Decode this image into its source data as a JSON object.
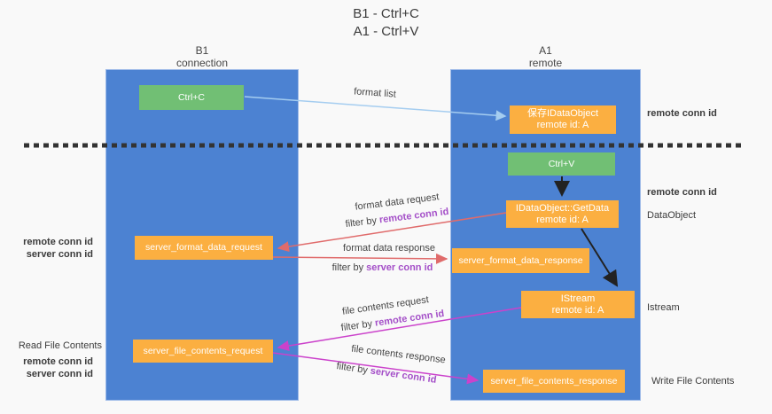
{
  "title": {
    "line1": "B1 - Ctrl+C",
    "line2": "A1 - Ctrl+V"
  },
  "lanes": {
    "b1": {
      "name": "B1",
      "role": "connection"
    },
    "a1": {
      "name": "A1",
      "role": "remote"
    }
  },
  "nodes": {
    "ctrl_c": {
      "label": "Ctrl+C"
    },
    "ctrl_v": {
      "label": "Ctrl+V"
    },
    "save_dataobject": {
      "line1": "保存IDataObject",
      "line2": "remote id: A"
    },
    "getdata": {
      "line1": "IDataObject::GetData",
      "line2": "remote id: A"
    },
    "istream": {
      "line1": "IStream",
      "line2": "remote id: A"
    },
    "server_format_data_request": {
      "label": "server_format_data_request"
    },
    "server_format_data_response": {
      "label": "server_format_data_response"
    },
    "server_file_contents_request": {
      "label": "server_file_contents_request"
    },
    "server_file_contents_response": {
      "label": "server_file_contents_response"
    }
  },
  "edge_labels": {
    "format_list": "format list",
    "format_data_request": "format data request",
    "format_data_response": "format data response",
    "file_contents_request": "file contents request",
    "file_contents_response": "file contents response",
    "filter_by": "filter by",
    "remote_conn_id": "remote conn id",
    "server_conn_id": "server conn id"
  },
  "side_labels": {
    "left": {
      "remote_conn_id": "remote conn id",
      "server_conn_id": "server conn id",
      "read_file_contents": "Read File Contents"
    },
    "right": {
      "remote_conn_id_top": "remote conn id",
      "remote_conn_id_mid": "remote conn id",
      "dataobject": "DataObject",
      "istream": "Istream",
      "write_file_contents": "Write File Contents"
    }
  },
  "colors": {
    "lane_fill": "#4c82d2",
    "node_green": "#71bf74",
    "node_orange": "#fbaf41",
    "text_purple": "#a44fc8",
    "text_green": "#58b55c",
    "arrow_blue": "#a5cdf0",
    "arrow_red": "#e06b6b",
    "arrow_magenta": "#cb42cb",
    "arrow_black": "#222222",
    "dashed_line": "#333333"
  }
}
